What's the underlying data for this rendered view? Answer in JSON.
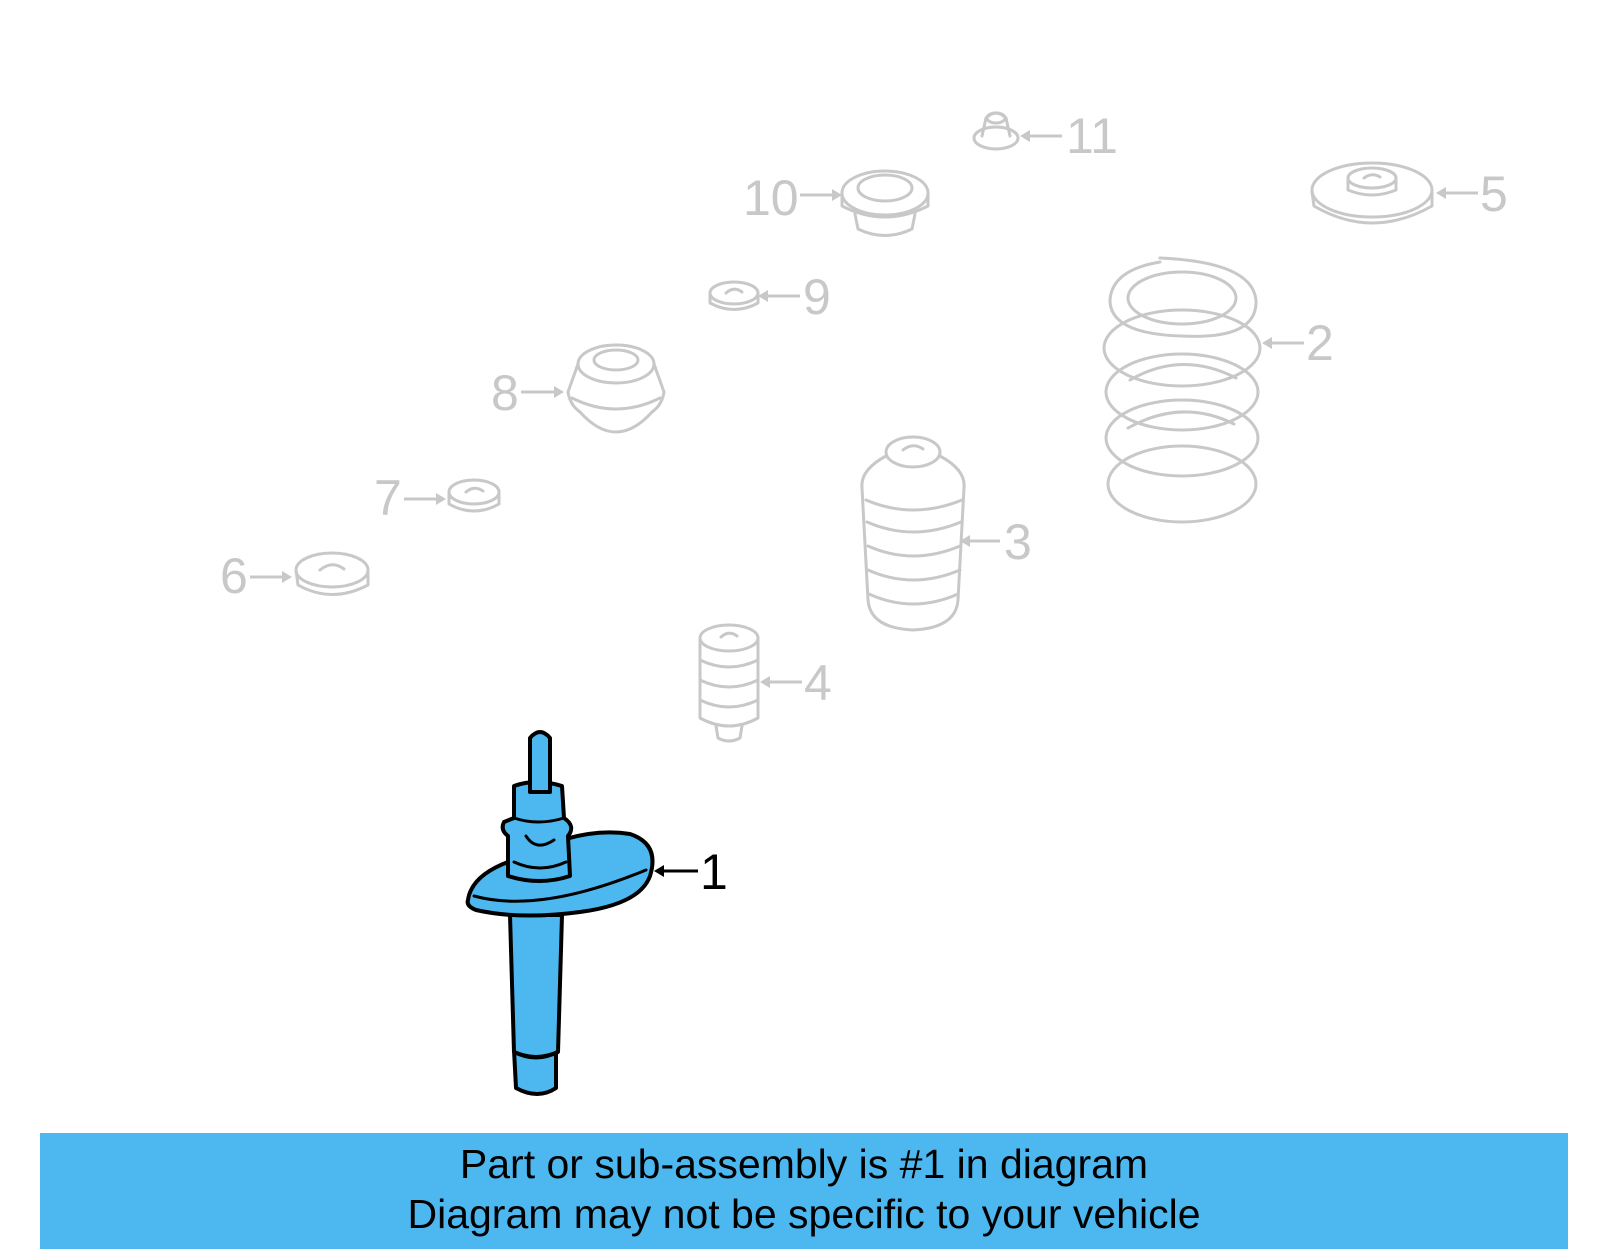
{
  "callouts": {
    "c1": "1",
    "c2": "2",
    "c3": "3",
    "c4": "4",
    "c5": "5",
    "c6": "6",
    "c7": "7",
    "c8": "8",
    "c9": "9",
    "c10": "10",
    "c11": "11"
  },
  "highlighted_part": "1",
  "banner": {
    "line1": "Part or sub-assembly is #1 in diagram",
    "line2": "Diagram may not be specific to your vehicle"
  },
  "colors": {
    "highlight": "#4db8f0",
    "dim_part": "#c8c8c8",
    "outline": "#000000"
  }
}
